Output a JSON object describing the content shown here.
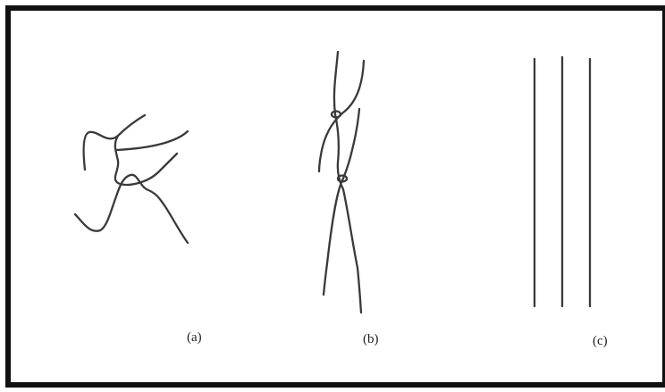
{
  "panels": [
    {
      "label": "(a)"
    },
    {
      "label": "(b)"
    },
    {
      "label": "(c)"
    }
  ],
  "colors": {
    "border": "#111111",
    "fiber": "#3a3a3a",
    "background": "#ffffff"
  }
}
